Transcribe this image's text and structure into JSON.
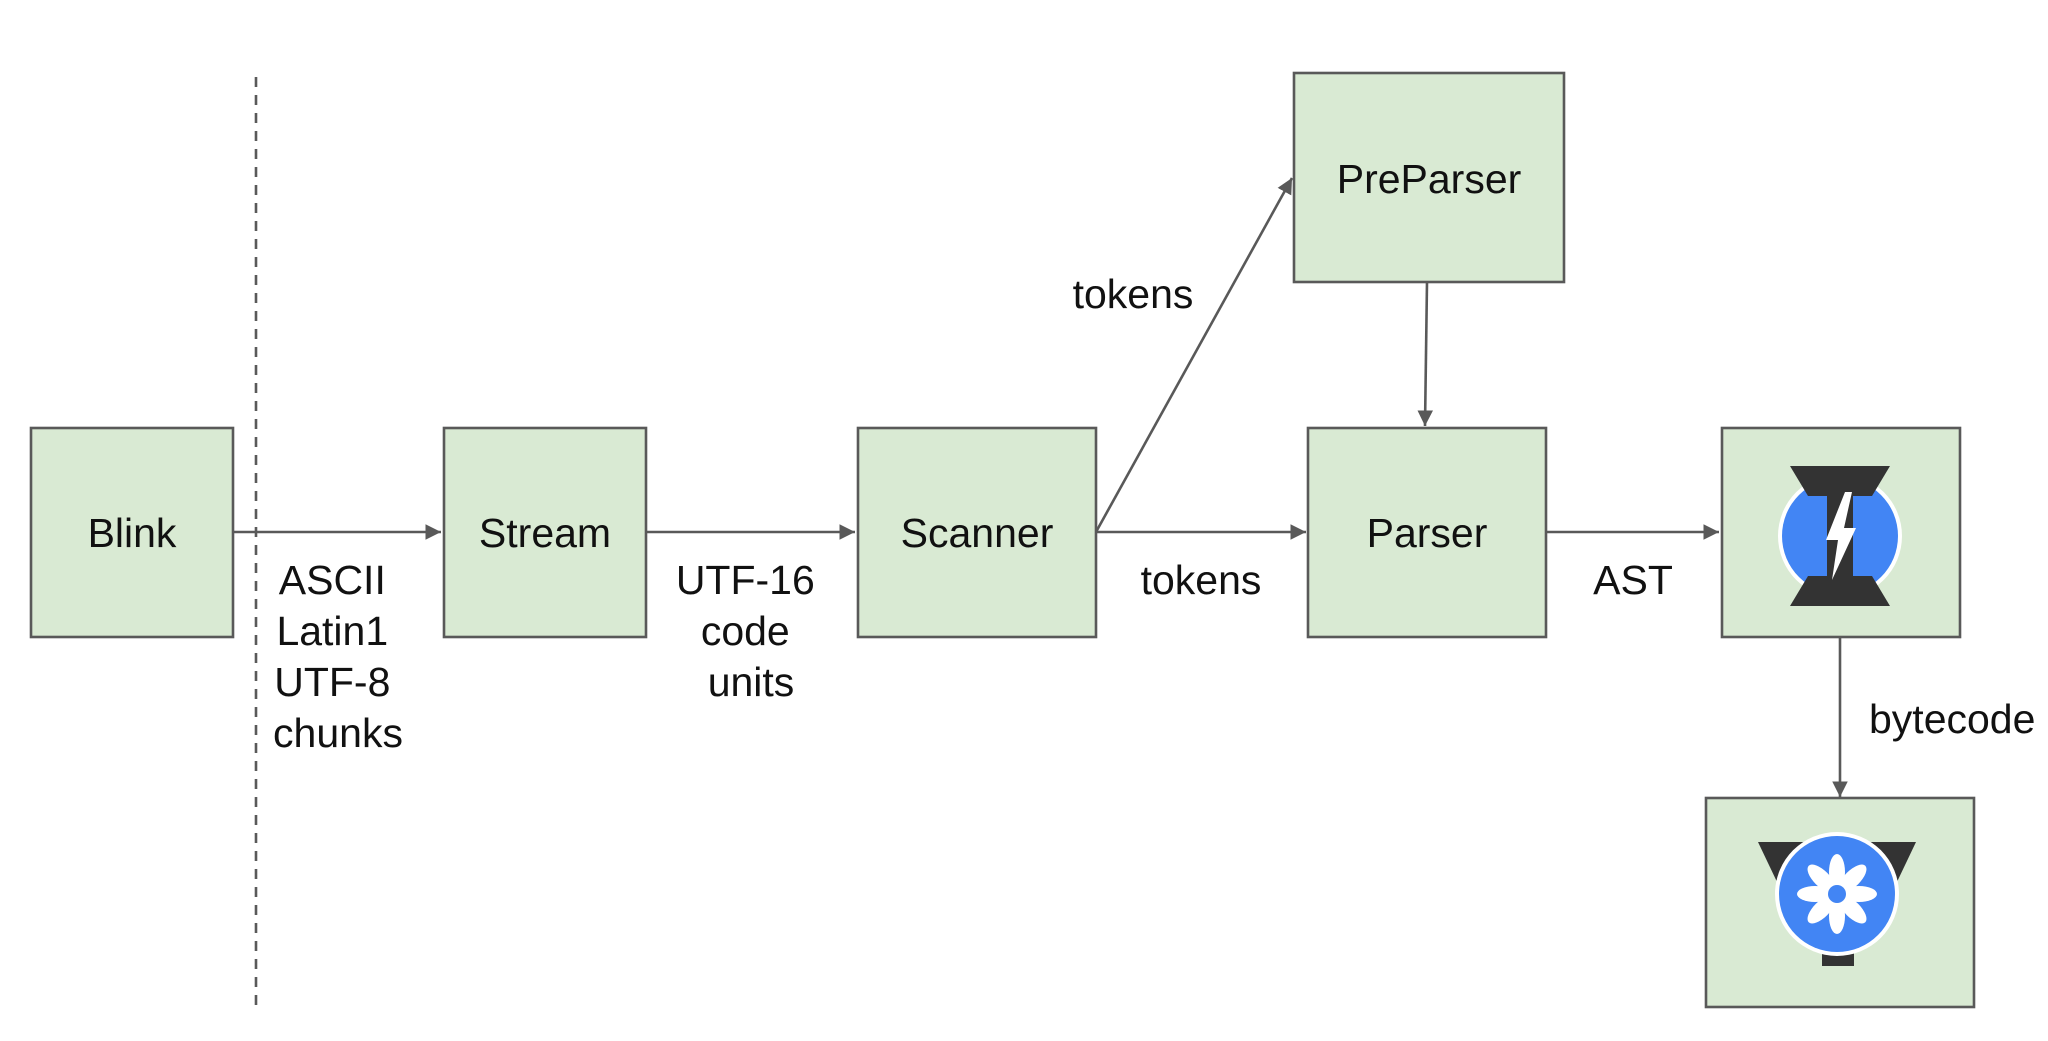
{
  "nodes": {
    "blink": {
      "label": "Blink"
    },
    "stream": {
      "label": "Stream"
    },
    "scanner": {
      "label": "Scanner"
    },
    "preparser": {
      "label": "PreParser"
    },
    "parser": {
      "label": "Parser"
    },
    "ignition": {
      "icon": "ignition-logo-icon"
    },
    "turbofan": {
      "icon": "turbofan-logo-icon"
    }
  },
  "edges": {
    "blink_to_stream": [
      "ASCII",
      "Latin1",
      "UTF-8",
      "chunks"
    ],
    "stream_to_scanner": [
      "UTF-16",
      "code",
      "units"
    ],
    "scanner_to_preparser": "tokens",
    "scanner_to_parser": "tokens",
    "parser_to_ignition": "AST",
    "ignition_to_turbofan": "bytecode"
  },
  "colors": {
    "box_fill": "#d9ead3",
    "stroke": "#595959",
    "logo_blue": "#4285f4",
    "logo_dark": "#333333"
  }
}
